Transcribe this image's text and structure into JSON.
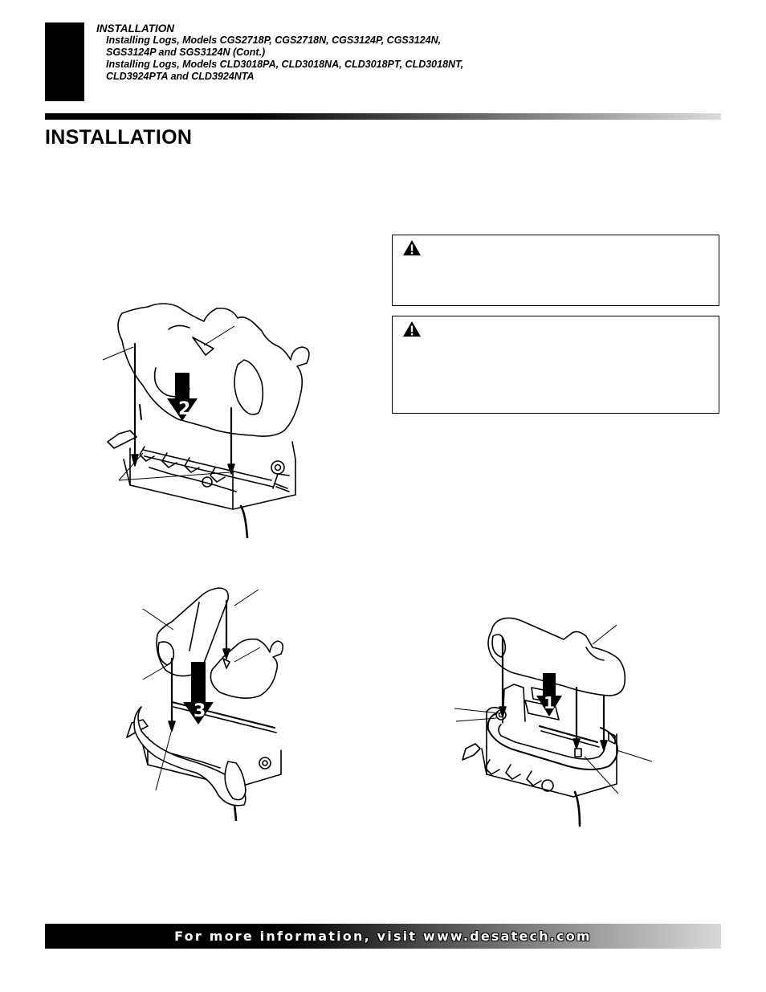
{
  "header": {
    "section": "INSTALLATION",
    "lines": [
      "Installing Logs, Models CGS2718P, CGS2718N, CGS3124P, CGS3124N,",
      "SGS3124P and SGS3124N (Cont.)",
      "Installing Logs, Models CLD3018PA, CLD3018NA, CLD3018PT, CLD3018NT,",
      "CLD3924PTA and CLD3924NTA"
    ]
  },
  "page_title": "INSTALLATION",
  "figures": {
    "fig_a_step": "2",
    "fig_b_step": "3",
    "fig_c_step": "1"
  },
  "footer": {
    "text": "For more information, visit www.desatech.com"
  }
}
